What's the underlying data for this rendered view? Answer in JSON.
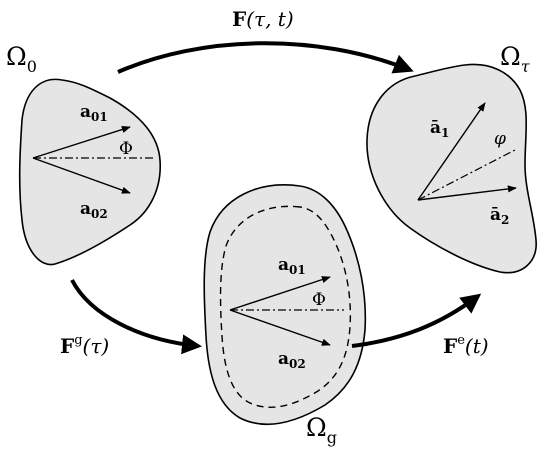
{
  "domains": {
    "reference": {
      "base": "Ω",
      "sub": "0"
    },
    "grown": {
      "base": "Ω",
      "sub": "g"
    },
    "current": {
      "base": "Ω",
      "sub": "τ"
    }
  },
  "mappings": {
    "total": {
      "symbol": "F",
      "args": "(τ, t)"
    },
    "growth": {
      "symbol": "F",
      "sup": "g",
      "args": "(τ)"
    },
    "elastic": {
      "symbol": "F",
      "sup": "e",
      "args": "(t)"
    }
  },
  "vectors": {
    "ref_a1": {
      "base": "a",
      "sub": "01"
    },
    "ref_a2": {
      "base": "a",
      "sub": "02"
    },
    "grown_a1": {
      "base": "a",
      "sub": "01"
    },
    "grown_a2": {
      "base": "a",
      "sub": "02"
    },
    "cur_a1": {
      "base": "ā",
      "sub": "1"
    },
    "cur_a2": {
      "base": "ā",
      "sub": "2"
    }
  },
  "angles": {
    "ref": "Φ",
    "grown": "Φ",
    "current": "φ"
  }
}
